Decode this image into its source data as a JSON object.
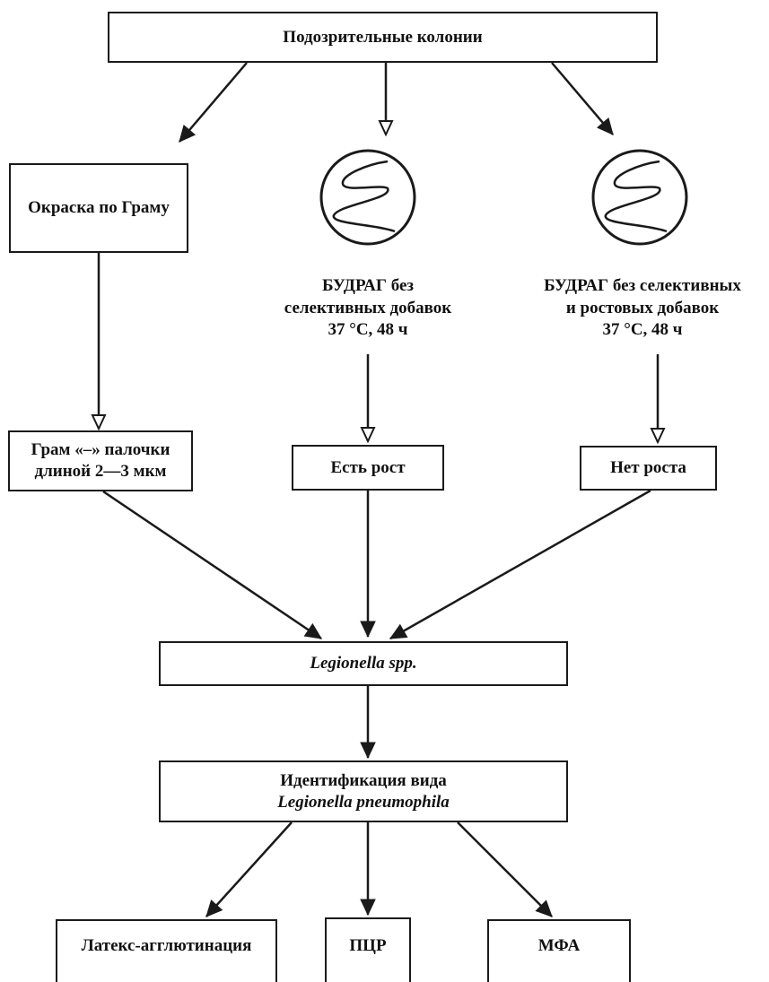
{
  "nodes": {
    "top": "Подозрительные колонии",
    "gram_stain": "Окраска по Граму",
    "medium_1": [
      "БУДРАГ без",
      "селективных добавок",
      "37 °С, 48 ч"
    ],
    "medium_2": [
      "БУДРАГ без селективных",
      "и ростовых добавок",
      "37 °С, 48 ч"
    ],
    "gram_result": [
      "Грам «–» палочки",
      "длиной 2—3 мкм"
    ],
    "growth_yes": "Есть рост",
    "growth_no": "Нет роста",
    "genus": "Legionella spp.",
    "species_title": "Идентификация вида",
    "species_name": "Legionella pneumophila",
    "method_latex": "Латекс-агглютинация",
    "method_pcr": "ПЦР",
    "method_mfa": "МФА"
  }
}
